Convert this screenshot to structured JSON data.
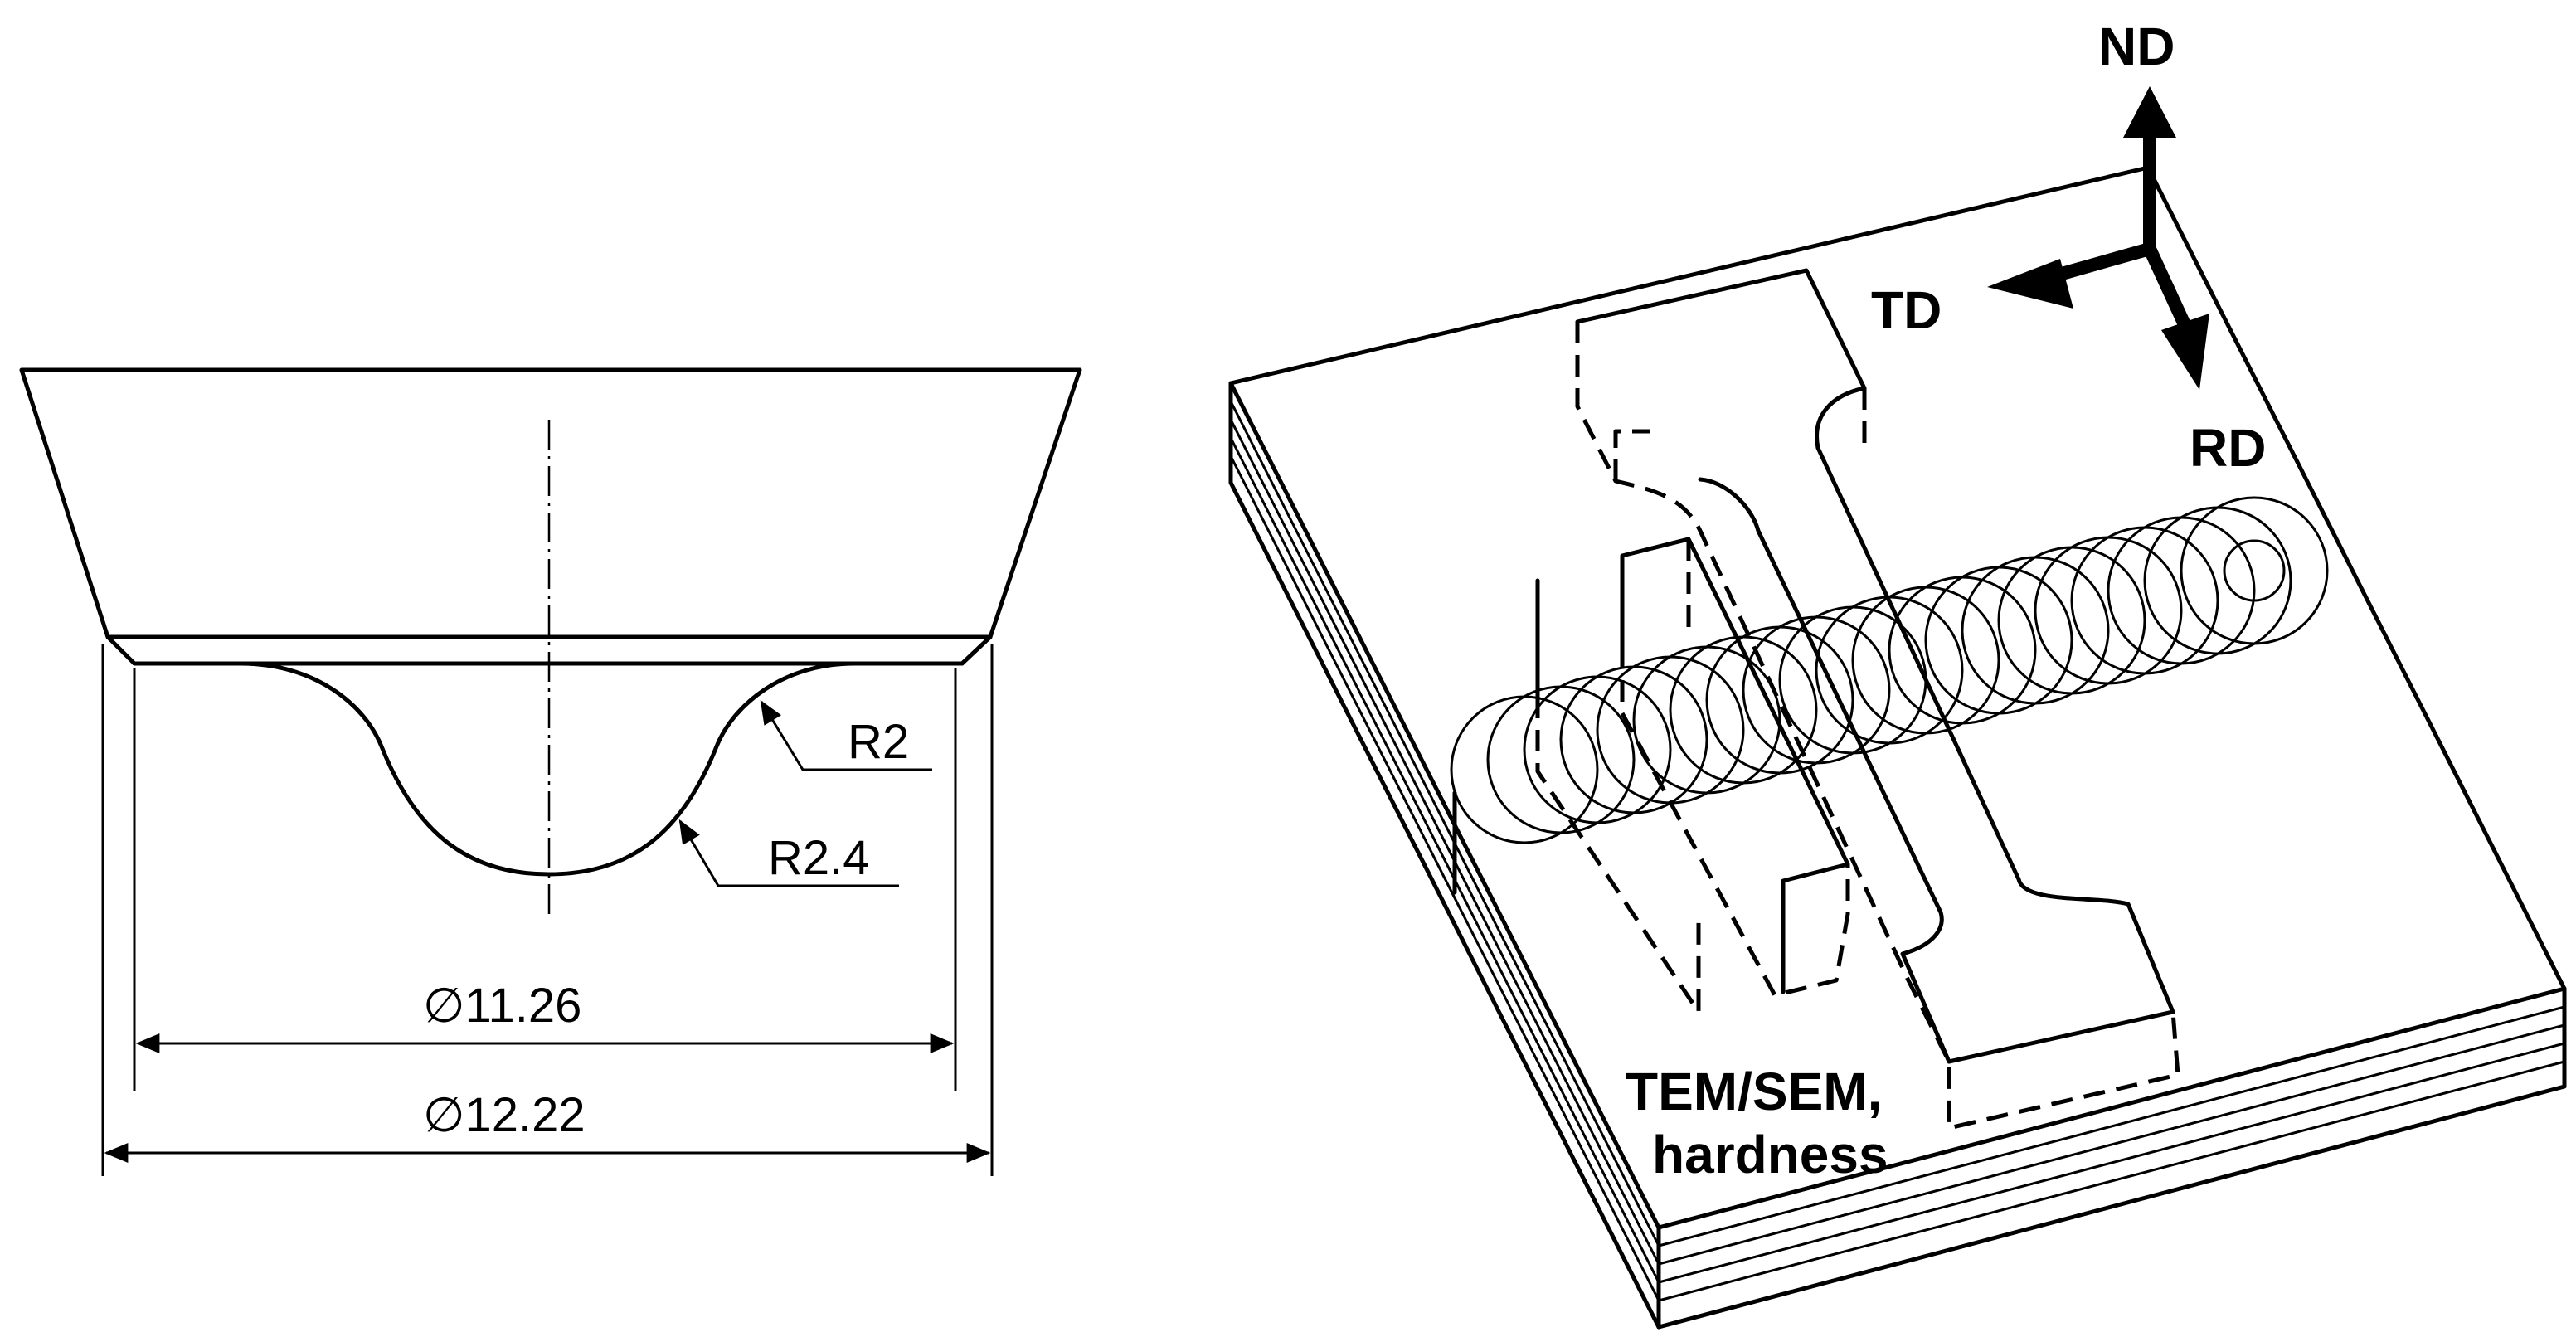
{
  "left_drawing": {
    "radius_small": "R2",
    "radius_large": "R2.4",
    "diameter_inner": "∅11.26",
    "diameter_outer": "∅12.22"
  },
  "right_drawing": {
    "axes": {
      "normal": "ND",
      "transverse": "TD",
      "rolling": "RD"
    },
    "annotation_line1": "TEM/SEM,",
    "annotation_line2": "hardness"
  }
}
